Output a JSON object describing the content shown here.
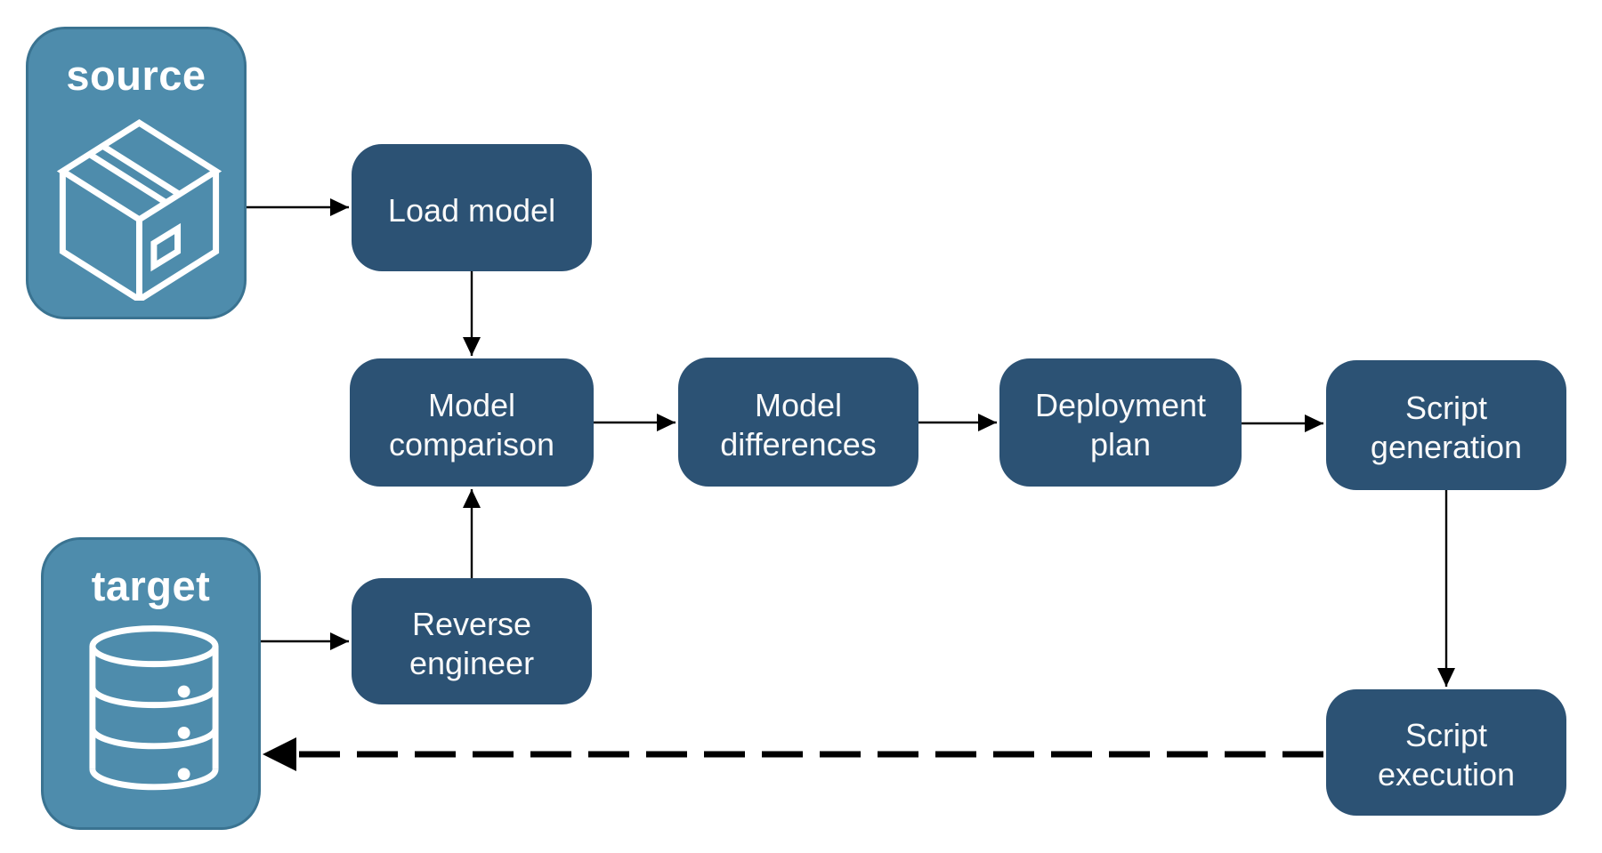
{
  "diagram": {
    "type": "flowchart",
    "endpoints": {
      "source": {
        "label": "source",
        "icon": "package-icon"
      },
      "target": {
        "label": "target",
        "icon": "database-icon"
      }
    },
    "nodes": {
      "load_model": {
        "label": "Load model"
      },
      "model_comparison": {
        "label": "Model comparison"
      },
      "model_differences": {
        "label": "Model differences"
      },
      "deployment_plan": {
        "label": "Deployment plan"
      },
      "script_generation": {
        "label": "Script generation"
      },
      "reverse_engineer": {
        "label": "Reverse engineer"
      },
      "script_execution": {
        "label": "Script execution"
      }
    },
    "edges": [
      {
        "from": "source",
        "to": "load_model",
        "style": "solid"
      },
      {
        "from": "load_model",
        "to": "model_comparison",
        "style": "solid"
      },
      {
        "from": "model_comparison",
        "to": "model_differences",
        "style": "solid"
      },
      {
        "from": "model_differences",
        "to": "deployment_plan",
        "style": "solid"
      },
      {
        "from": "deployment_plan",
        "to": "script_generation",
        "style": "solid"
      },
      {
        "from": "script_generation",
        "to": "script_execution",
        "style": "solid"
      },
      {
        "from": "target",
        "to": "reverse_engineer",
        "style": "solid"
      },
      {
        "from": "reverse_engineer",
        "to": "model_comparison",
        "style": "solid"
      },
      {
        "from": "script_execution",
        "to": "target",
        "style": "dashed"
      }
    ],
    "colors": {
      "endpoint_fill": "#4e8cac",
      "endpoint_border": "#3a7391",
      "node_fill": "#2c5274",
      "label_text": "#fafafa",
      "endpoint_label_text": "#ffffff",
      "arrow": "#000000",
      "background": "#ffffff"
    }
  }
}
